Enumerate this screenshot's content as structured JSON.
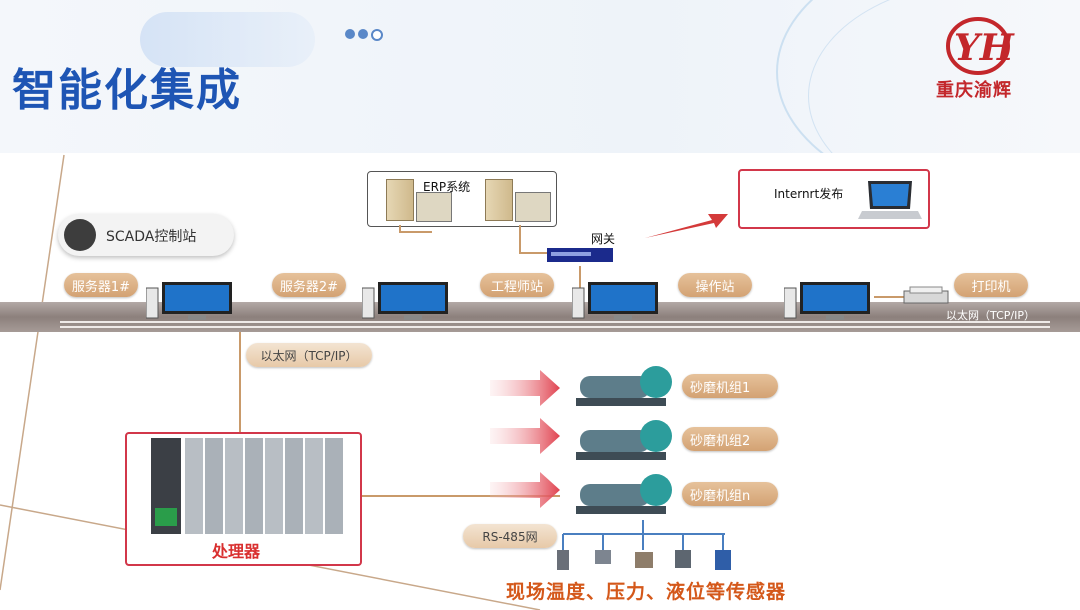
{
  "header": {
    "title": "智能化集成",
    "logo_mark": "YH",
    "logo_text": "重庆渝辉"
  },
  "network": {
    "scada_label": "SCADA控制站",
    "erp_label": "ERP系统",
    "gateway_label": "网关",
    "internet_label": "Internrt发布",
    "nodes": [
      "服务器1#",
      "服务器2#",
      "工程师站",
      "操作站",
      "打印机"
    ],
    "ethernet_label": "以太网（TCP/IP）",
    "ethernet_pill": "以太网（TCP/IP）"
  },
  "plant": {
    "processor_label": "处理器",
    "rs485_label": "RS-485网",
    "mills": [
      "砂磨机组1",
      "砂磨机组2",
      "砂磨机组n"
    ],
    "sensor_label": "现场温度、压力、液位等传感器"
  },
  "colors": {
    "title_blue": "#1e55b4",
    "border_red": "#d2374a",
    "pill_tan": "#e7c9a8",
    "link_brown": "#c99a6a"
  }
}
